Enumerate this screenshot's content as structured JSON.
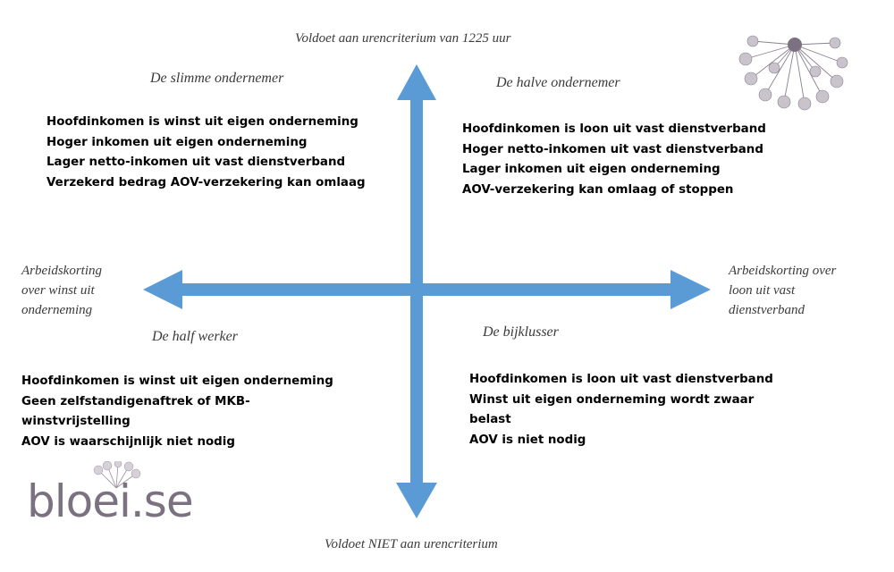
{
  "axes": {
    "top": "Voldoet aan urencriterium van 1225 uur",
    "bottom": "Voldoet NIET aan urencriterium",
    "left": [
      "Arbeidskorting",
      "over winst uit",
      "onderneming"
    ],
    "right": [
      "Arbeidskorting over",
      "loon uit vast",
      "dienstverband"
    ],
    "color": "#5b9bd5"
  },
  "quadrants": {
    "top_left": {
      "title": "De slimme ondernemer",
      "items": [
        "Hoofdinkomen is winst uit eigen onderneming",
        "Hoger inkomen uit eigen onderneming",
        "Lager netto-inkomen uit vast dienstverband",
        "Verzekerd bedrag AOV-verzekering kan omlaag"
      ]
    },
    "top_right": {
      "title": "De halve ondernemer",
      "items": [
        "Hoofdinkomen is loon uit vast dienstverband",
        "Hoger netto-inkomen uit vast dienstverband",
        "Lager inkomen uit eigen onderneming",
        "AOV-verzekering kan omlaag of stoppen"
      ]
    },
    "bottom_left": {
      "title": "De half werker",
      "items": [
        "Hoofdinkomen is winst uit eigen onderneming",
        "Geen zelfstandigenaftrek of MKB-winstvrijstelling",
        "AOV is waarschijnlijk niet nodig"
      ]
    },
    "bottom_right": {
      "title": "De bijklusser",
      "items": [
        "Hoofdinkomen is loon uit vast dienstverband",
        "Winst uit eigen onderneming wordt zwaar belast",
        "AOV is niet nodig"
      ]
    }
  },
  "logo": {
    "text": "bloei.se",
    "color": "#7b7180",
    "icon": "dandelion-icon"
  }
}
